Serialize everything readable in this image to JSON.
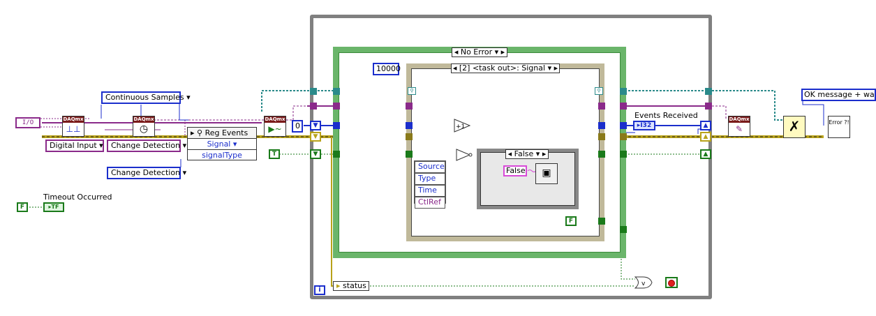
{
  "constants": {
    "io_label": "I/O",
    "digital_input": "Digital Input",
    "change_detection_1": "Change Detection",
    "change_detection_2": "Change Detection",
    "continuous_samples": "Continuous Samples",
    "zero": "0",
    "timeout_ms": "10000",
    "true_const": "T",
    "false_const": "F",
    "false_const_inner": "F",
    "false_case_value": "False"
  },
  "nodes": {
    "daqmx_tag": "DAQmx",
    "reg_events_title": "Reg Events",
    "reg_events_rows": [
      "Signal",
      "signalType"
    ],
    "i32_label": "I32",
    "error_label": "Error ?!",
    "plus_one": "+1"
  },
  "labels": {
    "timeout_occurred": "Timeout Occurred",
    "events_received": "Events Received",
    "ok_message": "OK message + warnings",
    "status": "status",
    "loop_index": "i"
  },
  "case_structures": {
    "outer_case": "No Error",
    "event_selector": "[2] <task out>: Signal",
    "inner_case": "False"
  },
  "event_fields": [
    "Source",
    "Type",
    "Time",
    "CtlRef"
  ],
  "colors": {
    "purple_wire": "#8a2a8a",
    "blue_wire": "#1b2ecc",
    "teal_wire": "#2a8a8a",
    "error_wire": "#b8a21a",
    "bool_wire": "#1a7a1a",
    "loop_border": "#808080",
    "case_border": "#6ab56a"
  }
}
